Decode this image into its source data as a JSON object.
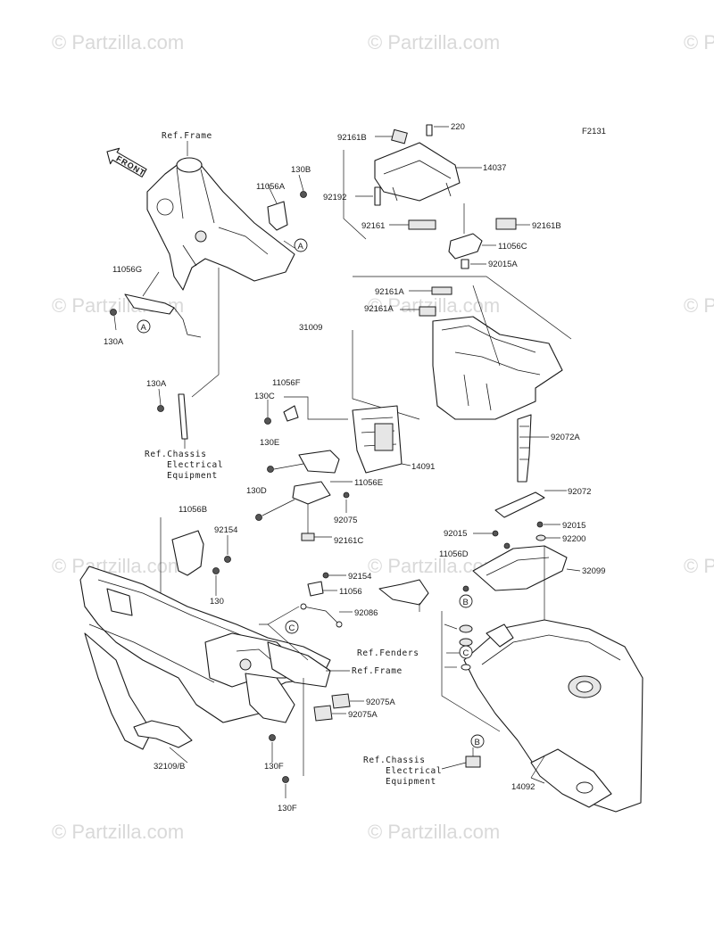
{
  "diagram_code": "F2131",
  "front_label": "FRONT",
  "watermark": "© Partzilla.com",
  "ref_labels": {
    "ref_frame_top": "Ref.Frame",
    "ref_frame_bottom": "Ref.Frame",
    "ref_fenders": "Ref.Fenders",
    "chassis_1": [
      "Ref.Chassis",
      "Electrical",
      "Equipment"
    ],
    "chassis_2": [
      "Ref.Chassis",
      "Electrical",
      "Equipment"
    ]
  },
  "callouts": {
    "a1": "A",
    "a2": "A",
    "b1": "B",
    "b2": "B",
    "c1": "C",
    "c2": "C"
  },
  "parts": {
    "p92161B_top": "92161B",
    "p220": "220",
    "p14037": "14037",
    "p92192": "92192",
    "p92161_mid": "92161",
    "p92161B_right": "92161B",
    "p11056C": "11056C",
    "p92015A": "92015A",
    "p92161A_1": "92161A",
    "p92161A_2": "92161A",
    "p31009": "31009",
    "p92072A": "92072A",
    "p130B": "130B",
    "p11056A": "11056A",
    "p11056G": "11056G",
    "p130A_1": "130A",
    "p130A_2": "130A",
    "p11056F": "11056F",
    "p130C": "130C",
    "p130E": "130E",
    "p14091": "14091",
    "p130D": "130D",
    "p11056E": "11056E",
    "p92075": "92075",
    "p92161C": "92161C",
    "p92072": "92072",
    "p11056B": "11056B",
    "p92154": "92154",
    "p130": "130",
    "p92015_1": "92015",
    "p92015_2": "92015",
    "p92200": "92200",
    "p11056D": "11056D",
    "p92154_b": "92154",
    "p11056": "11056",
    "p92086": "92086",
    "p32099": "32099",
    "p92075A_1": "92075A",
    "p92075A_2": "92075A",
    "p32109B": "32109/B",
    "p130F_1": "130F",
    "p130F_2": "130F",
    "p14092": "14092"
  }
}
